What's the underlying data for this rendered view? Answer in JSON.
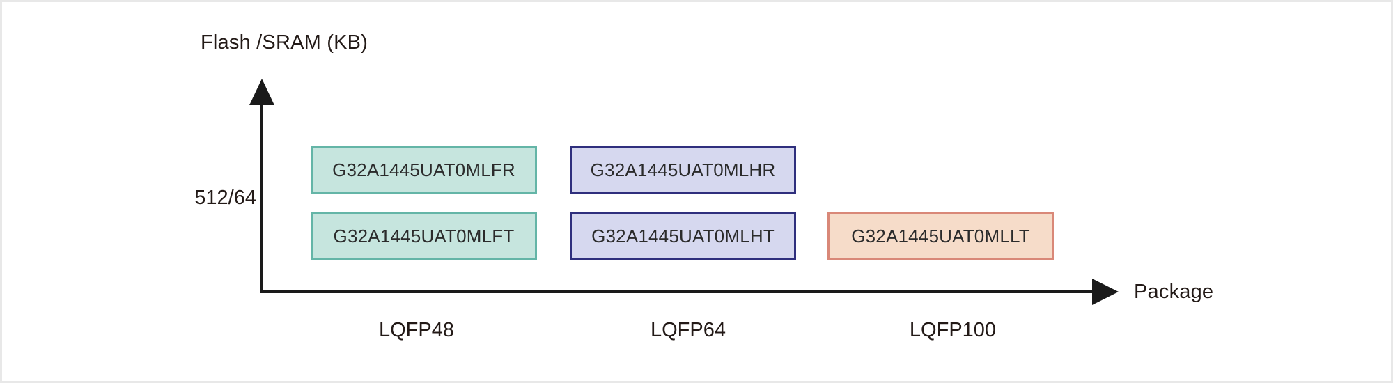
{
  "chart_data": {
    "type": "table",
    "title": "",
    "xlabel": "Package",
    "ylabel": "Flash /SRAM (KB)",
    "x_tick_labels": [
      "LQFP48",
      "LQFP64",
      "LQFP100"
    ],
    "y_tick_labels": [
      "512/64"
    ],
    "grid": false,
    "legend": "none",
    "categories": [
      "LQFP48",
      "LQFP64",
      "LQFP100"
    ],
    "rows": [
      {
        "y": "512/64",
        "row_index": 0,
        "cells": [
          {
            "package": "LQFP48",
            "label": "G32A1445UAT0MLFR",
            "fill": "#c6e5de",
            "border": "#64b5a7"
          },
          {
            "package": "LQFP64",
            "label": "G32A1445UAT0MLHR",
            "fill": "#d6d8ef",
            "border": "#2f2f7d"
          }
        ]
      },
      {
        "y": "512/64",
        "row_index": 1,
        "cells": [
          {
            "package": "LQFP48",
            "label": "G32A1445UAT0MLFT",
            "fill": "#c6e5de",
            "border": "#64b5a7"
          },
          {
            "package": "LQFP64",
            "label": "G32A1445UAT0MLHT",
            "fill": "#d6d8ef",
            "border": "#2f2f7d"
          },
          {
            "package": "LQFP100",
            "label": "G32A1445UAT0MLLT",
            "fill": "#f6dcc9",
            "border": "#d98878"
          }
        ]
      }
    ]
  },
  "axes": {
    "y_label": "Flash /SRAM (KB)",
    "x_label": "Package",
    "y_ticks": [
      "512/64"
    ],
    "x_ticks": [
      "LQFP48",
      "LQFP64",
      "LQFP100"
    ]
  },
  "parts": {
    "lqfp48_top": "G32A1445UAT0MLFR",
    "lqfp48_bottom": "G32A1445UAT0MLFT",
    "lqfp64_top": "G32A1445UAT0MLHR",
    "lqfp64_bottom": "G32A1445UAT0MLHT",
    "lqfp100_bottom": "G32A1445UAT0MLLT"
  },
  "colors": {
    "green_fill": "#c6e5de",
    "green_border": "#64b5a7",
    "purple_fill": "#d6d8ef",
    "purple_border": "#2f2f7d",
    "salmon_fill": "#f6dcc9",
    "salmon_border": "#d98878",
    "axis": "#1a1a1a",
    "text": "#231a17",
    "frame": "#e8e8e8"
  }
}
